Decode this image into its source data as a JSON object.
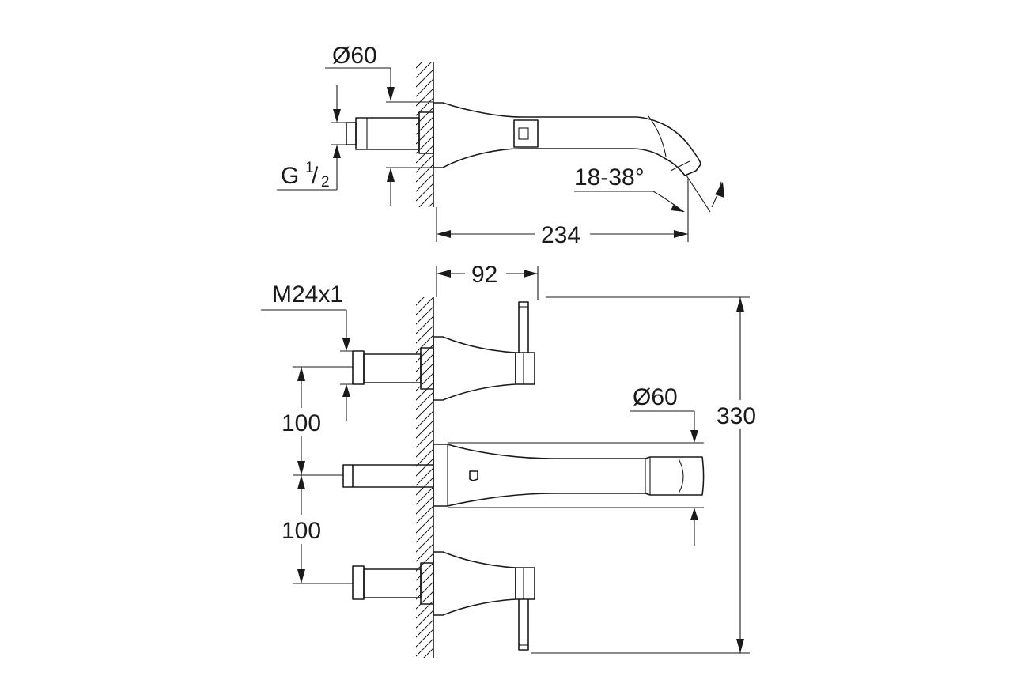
{
  "diagram": {
    "top_view": {
      "diameter_label": "Ø60",
      "thread_label_main": "G",
      "thread_label_num": "1",
      "thread_label_den": "2",
      "angle_label": "18-38°",
      "length_label": "234"
    },
    "front_view": {
      "depth_label": "92",
      "thread_label": "M24x1",
      "spacing_upper_label": "100",
      "spacing_lower_label": "100",
      "diameter_label": "Ø60",
      "height_label": "330"
    },
    "colors": {
      "line": "#1a1a1a",
      "background": "#ffffff"
    }
  }
}
